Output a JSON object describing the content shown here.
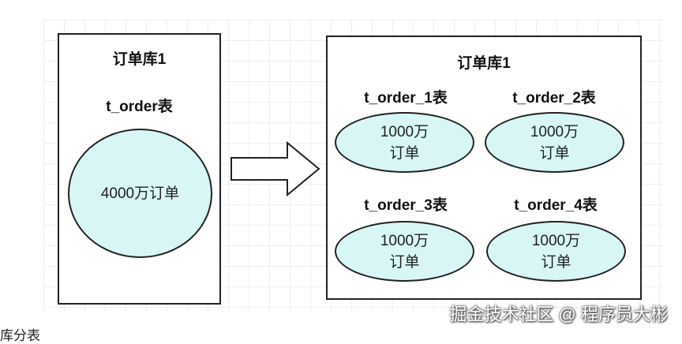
{
  "left_db": {
    "title": "订单库1",
    "table_label": "t_order表",
    "orders": "4000万订单"
  },
  "right_db": {
    "title": "订单库1",
    "tables": [
      {
        "label": "t_order_1表",
        "orders_line1": "1000万",
        "orders_line2": "订单"
      },
      {
        "label": "t_order_2表",
        "orders_line1": "1000万",
        "orders_line2": "订单"
      },
      {
        "label": "t_order_3表",
        "orders_line1": "1000万",
        "orders_line2": "订单"
      },
      {
        "label": "t_order_4表",
        "orders_line1": "1000万",
        "orders_line2": "订单"
      }
    ]
  },
  "colors": {
    "ellipse_fill": "#d8f6f6",
    "border": "#222222"
  },
  "arrow_icon": "right-arrow-icon",
  "watermark": "掘金技术社区 @ 程序员大彬",
  "bottom_text": "库分表"
}
